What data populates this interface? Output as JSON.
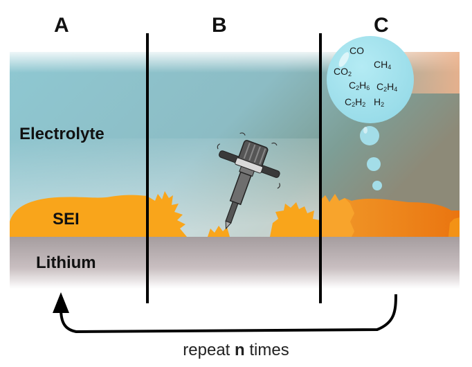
{
  "panels": [
    {
      "id": "A",
      "label": "A"
    },
    {
      "id": "B",
      "label": "B"
    },
    {
      "id": "C",
      "label": "C"
    }
  ],
  "layers": {
    "electrolyte": "Electrolyte",
    "sei": "SEI",
    "lithium": "Lithium"
  },
  "gas_bubble": {
    "species": [
      "CO",
      "CO2",
      "CH4",
      "C2H6",
      "C2H4",
      "C2H2",
      "H2"
    ]
  },
  "caption": {
    "prefix": "repeat",
    "variable": "n",
    "suffix": "times"
  },
  "colors": {
    "electrolyte": "#8ec5cf",
    "sei": "#f9a51b",
    "sei_dark": "#ea7a12",
    "lithium": "#a8a0a0",
    "bubble": "#a8e3ee",
    "divider": "#000000"
  }
}
